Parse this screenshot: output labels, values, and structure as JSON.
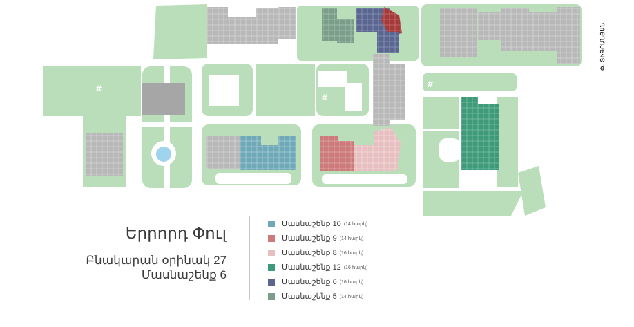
{
  "map": {
    "street_label": "Փ. ՏԻԳՐԱՆՅԱՆ",
    "park_symbol": "#",
    "colors": {
      "green": "#b9deb9",
      "gray_building": "#b8b8b8",
      "white": "#ffffff",
      "pond": "#9fd3ee"
    }
  },
  "title": {
    "main": "Երրորդ Փուլ",
    "sub1": "Բնակարան օրինակ 27",
    "sub2": "Մասնաշենք 6"
  },
  "legend": [
    {
      "label": "Մասնաշենք 10",
      "note": "(14 հարկ)",
      "color": "#6fa9b8"
    },
    {
      "label": "Մասնաշենք 9",
      "note": "(14 հարկ)",
      "color": "#cc7a7a"
    },
    {
      "label": "Մասնաշենք 8",
      "note": "(16 հարկ)",
      "color": "#e8bfc0"
    },
    {
      "label": "Մասնաշենք 12",
      "note": "(16 հարկ)",
      "color": "#3f9a7a"
    },
    {
      "label": "Մասնաշենք 6",
      "note": "(16 հարկ)",
      "color": "#5a6690"
    },
    {
      "label": "Մասնաշենք 5",
      "note": "(14 հարկ)",
      "color": "#7b9e8a"
    }
  ]
}
